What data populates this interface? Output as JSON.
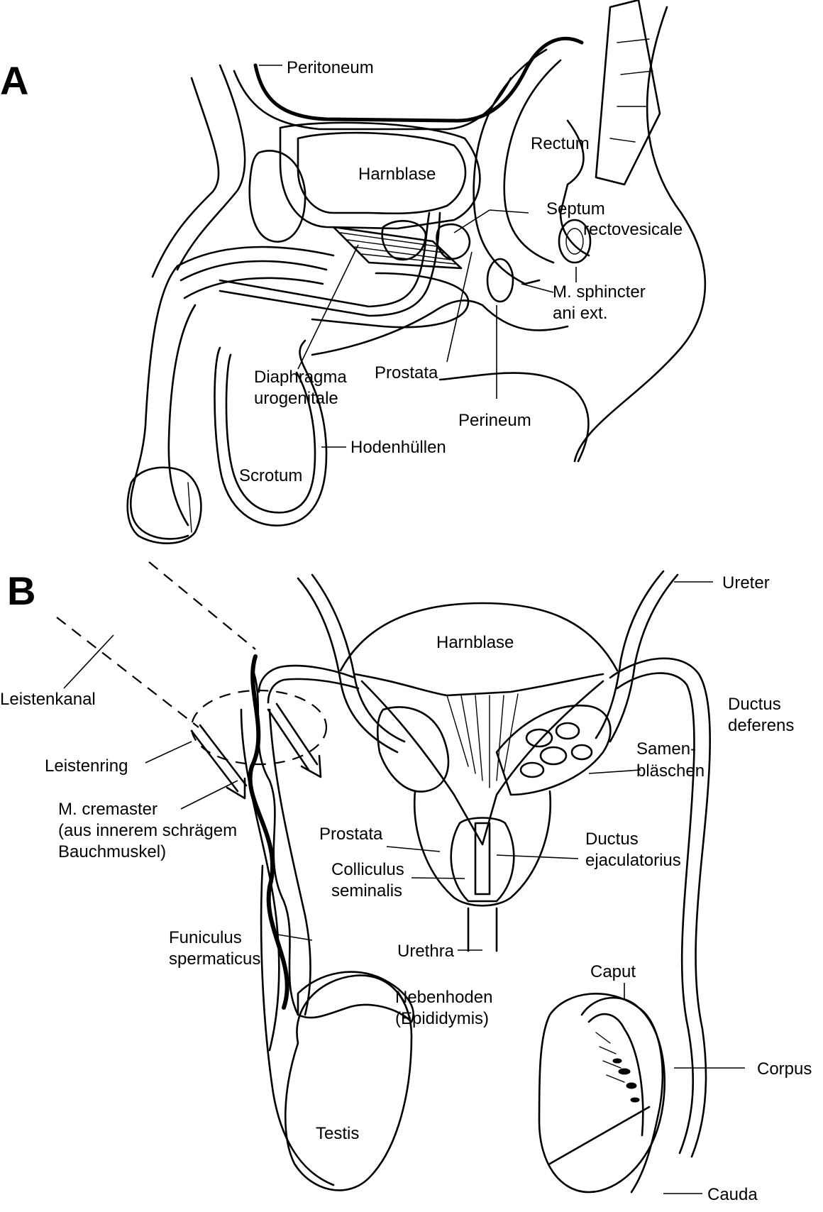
{
  "panels": {
    "a": {
      "letter": "A",
      "labels": {
        "peritoneum": "Peritoneum",
        "rectum": "Rectum",
        "harnblase": "Harnblase",
        "septum_1": "Septum",
        "septum_2": "rectovesicale",
        "sphincter_1": "M. sphincter",
        "sphincter_2": "ani ext.",
        "diaphragma_1": "Diaphragma",
        "diaphragma_2": "urogenitale",
        "prostata": "Prostata",
        "perineum": "Perineum",
        "hodenhuellen": "Hodenhüllen",
        "scrotum": "Scrotum"
      }
    },
    "b": {
      "letter": "B",
      "labels": {
        "ureter": "Ureter",
        "harnblase": "Harnblase",
        "leistenkanal": "Leistenkanal",
        "ductus_deferens_1": "Ductus",
        "ductus_deferens_2": "deferens",
        "samen_1": "Samen-",
        "samen_2": "bläschen",
        "leistenring": "Leistenring",
        "cremaster_1": "M. cremaster",
        "cremaster_2": "(aus innerem schrägem",
        "cremaster_3": "Bauchmuskel)",
        "prostata": "Prostata",
        "ejac_1": "Ductus",
        "ejac_2": "ejaculatorius",
        "coll_1": "Colliculus",
        "coll_2": "seminalis",
        "funiculus_1": "Funiculus",
        "funiculus_2": "spermaticus",
        "urethra": "Urethra",
        "caput": "Caput",
        "nebenhoden_1": "Nebenhoden",
        "nebenhoden_2": "(Epididymis)",
        "corpus": "Corpus",
        "testis": "Testis",
        "cauda": "Cauda"
      }
    }
  }
}
